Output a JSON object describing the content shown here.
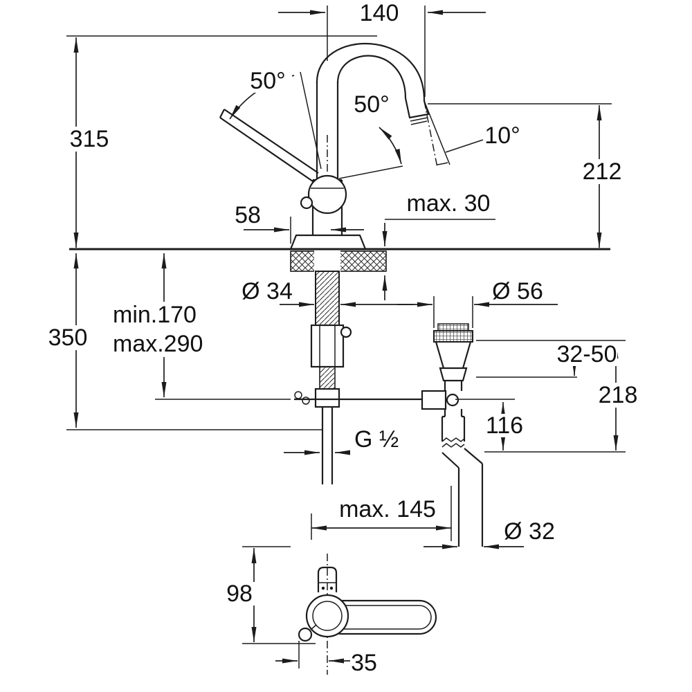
{
  "drawing": {
    "kind": "technical-dimension-drawing",
    "subject": "single-lever basin mixer with pop-up waste, side view and top view",
    "line_color": "#1c1c1c",
    "background": "#ffffff"
  },
  "dimensions": {
    "spout_reach": "140",
    "swivel_left": "50°",
    "swivel_right": "50°",
    "outlet_angle": "10°",
    "height_total": "315",
    "height_outlet": "212",
    "handle_offset": "58",
    "deck_thickness": "max. 30",
    "hole_diameter": "Ø 34",
    "flange_diameter": "Ø 56",
    "hose_min": "min.170",
    "hose_max": "max.290",
    "below_deck_height": "350",
    "flange_adjust": "32-50",
    "drain_height": "218",
    "trap_offset": "116",
    "thread": "G ½",
    "drain_distance": "max. 145",
    "waste_diameter": "Ø 32",
    "handle_length": "98",
    "knob_offset": "35"
  }
}
